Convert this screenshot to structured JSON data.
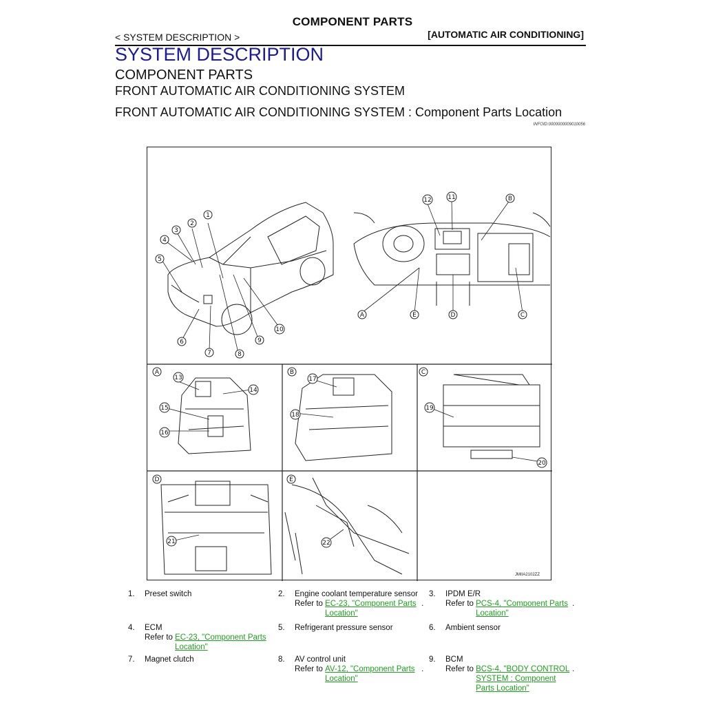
{
  "header": {
    "page_heading": "COMPONENT PARTS",
    "breadcrumb": "< SYSTEM DESCRIPTION >",
    "category": "[AUTOMATIC AIR CONDITIONING]"
  },
  "section": {
    "title": "SYSTEM DESCRIPTION",
    "subtitle1": "COMPONENT PARTS",
    "subtitle2": "FRONT AUTOMATIC AIR CONDITIONING SYSTEM",
    "subtitle3": "FRONT AUTOMATIC AIR CONDITIONING SYSTEM : Component Parts Location",
    "infoid": "INFOID:0000000009010056"
  },
  "figure": {
    "code": "JMIIA2102ZZ",
    "panel_labels": [
      "A",
      "B",
      "C",
      "D",
      "E"
    ]
  },
  "legend": [
    {
      "num": "1.",
      "name": "Preset switch",
      "ref_prefix": "",
      "ref_link": "",
      "ref_suffix": ""
    },
    {
      "num": "2.",
      "name": "Engine coolant temperature sensor",
      "ref_prefix": "Refer to ",
      "ref_link": "EC-23, \"Component Parts Location\"",
      "ref_suffix": "."
    },
    {
      "num": "3.",
      "name": "IPDM E/R",
      "ref_prefix": "Refer to ",
      "ref_link": "PCS-4, \"Component Parts Location\"",
      "ref_suffix": "."
    },
    {
      "num": "4.",
      "name": "ECM",
      "ref_prefix": "Refer to ",
      "ref_link": "EC-23, \"Component Parts Location\"",
      "ref_suffix": ""
    },
    {
      "num": "5.",
      "name": "Refrigerant pressure sensor",
      "ref_prefix": "",
      "ref_link": "",
      "ref_suffix": ""
    },
    {
      "num": "6.",
      "name": "Ambient sensor",
      "ref_prefix": "",
      "ref_link": "",
      "ref_suffix": ""
    },
    {
      "num": "7.",
      "name": "Magnet clutch",
      "ref_prefix": "",
      "ref_link": "",
      "ref_suffix": ""
    },
    {
      "num": "8.",
      "name": "AV control unit",
      "ref_prefix": "Refer to ",
      "ref_link": "AV-12, \"Component Parts Location\"",
      "ref_suffix": "."
    },
    {
      "num": "9.",
      "name": "BCM",
      "ref_prefix": "Refer to ",
      "ref_link": "BCS-4, \"BODY CONTROL SYSTEM : Component Parts Location\"",
      "ref_suffix": "."
    }
  ]
}
